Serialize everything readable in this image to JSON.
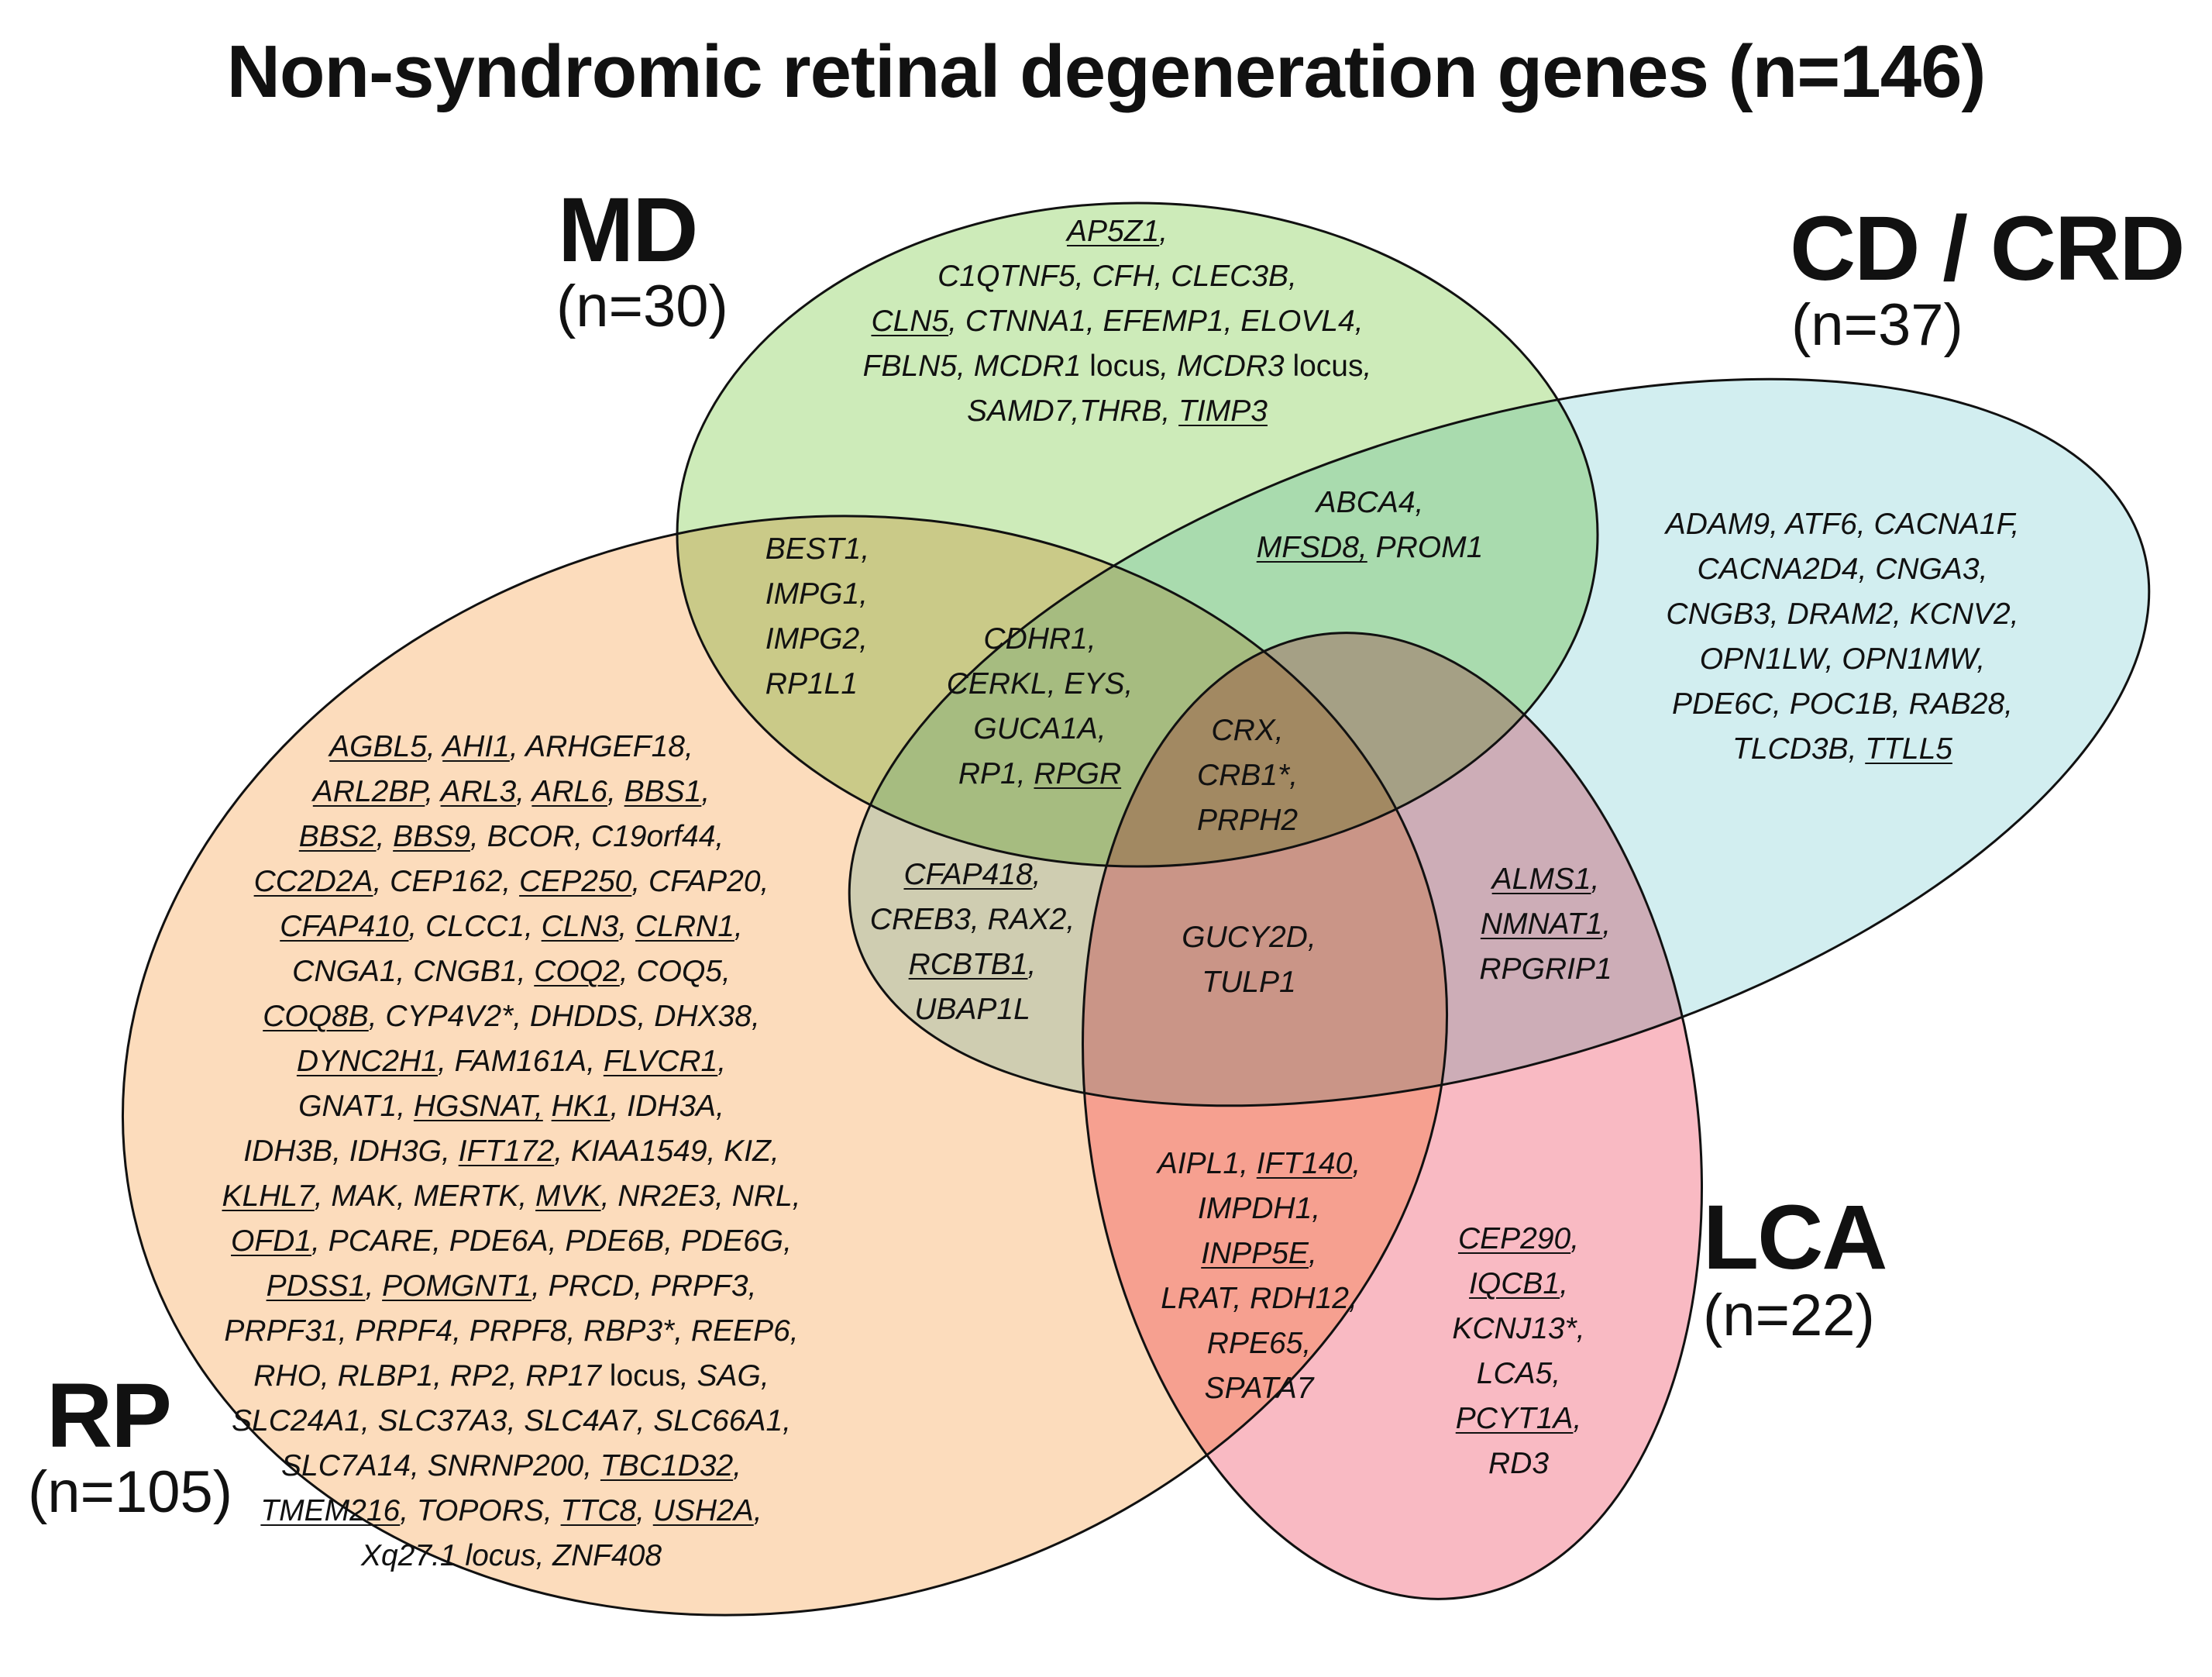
{
  "title": "Non-syndromic retinal degeneration genes (n=146)",
  "colors": {
    "RP": "#fcdcbc",
    "MD": "#cdebb9",
    "CD_CRD": "#d2eef0",
    "LCA": "#f9bac3",
    "outline": "#111111"
  },
  "sets": {
    "MD": {
      "label": "MD",
      "count": "(n=30)"
    },
    "CD_CRD": {
      "label": "CD / CRD",
      "count": "(n=37)"
    },
    "LCA": {
      "label": "LCA",
      "count": "(n=22)"
    },
    "RP": {
      "label": "RP",
      "count": "(n=105)"
    }
  },
  "regions": {
    "md_only": [
      [
        {
          "g": "AP5Z1",
          "u": true,
          "s": ","
        }
      ],
      [
        {
          "g": "C1QTNF5",
          "s": ", "
        },
        {
          "g": "CFH",
          "s": ", "
        },
        {
          "g": "CLEC3B",
          "s": ","
        }
      ],
      [
        {
          "g": "CLN5",
          "u": true,
          "s": ", "
        },
        {
          "g": "CTNNA1",
          "s": ", "
        },
        {
          "g": "EFEMP1",
          "s": ", "
        },
        {
          "g": "ELOVL4",
          "s": ","
        }
      ],
      [
        {
          "g": "FBLN5",
          "s": ", "
        },
        {
          "g": "MCDR1",
          "p": " locus",
          "s": ", "
        },
        {
          "g": "MCDR3",
          "p": " locus",
          "s": ","
        }
      ],
      [
        {
          "g": "SAMD7",
          "s": ","
        },
        {
          "g": "THRB",
          "s": ", "
        },
        {
          "g": "TIMP3",
          "u": true,
          "s": ""
        }
      ]
    ],
    "md_cd": [
      [
        {
          "g": "ABCA4",
          "s": ","
        }
      ],
      [
        {
          "g": "MFSD8,",
          "u": true,
          "s": " "
        },
        {
          "g": "PROM1",
          "s": ""
        }
      ]
    ],
    "cd_only": [
      [
        {
          "g": "ADAM9",
          "s": ", "
        },
        {
          "g": "ATF6",
          "s": ", "
        },
        {
          "g": "CACNA1F",
          "s": ","
        }
      ],
      [
        {
          "g": "CACNA2D4",
          "s": ", "
        },
        {
          "g": "CNGA3",
          "s": ","
        }
      ],
      [
        {
          "g": "CNGB3",
          "s": ", "
        },
        {
          "g": "DRAM2",
          "s": ", "
        },
        {
          "g": "KCNV2",
          "s": ","
        }
      ],
      [
        {
          "g": "OPN1LW",
          "s": ", "
        },
        {
          "g": "OPN1MW",
          "s": ","
        }
      ],
      [
        {
          "g": "PDE6C",
          "s": ", "
        },
        {
          "g": "POC1B",
          "s": ", "
        },
        {
          "g": "RAB28",
          "s": ","
        }
      ],
      [
        {
          "g": "TLCD3B",
          "s": ", "
        },
        {
          "g": "TTLL5",
          "u": true,
          "s": ""
        }
      ]
    ],
    "rp_md": [
      [
        {
          "g": "BEST1",
          "s": ","
        }
      ],
      [
        {
          "g": "IMPG1",
          "s": ","
        }
      ],
      [
        {
          "g": "IMPG2",
          "s": ","
        }
      ],
      [
        {
          "g": "RP1L1",
          "s": ""
        }
      ]
    ],
    "rp_md_cd": [
      [
        {
          "g": "CDHR1",
          "s": ","
        }
      ],
      [
        {
          "g": "CERKL",
          "s": ", "
        },
        {
          "g": "EYS",
          "s": ","
        }
      ],
      [
        {
          "g": "GUCA1A",
          "s": ","
        }
      ],
      [
        {
          "g": "RP1",
          "s": ", "
        },
        {
          "g": "RPGR",
          "u": true,
          "s": ""
        }
      ]
    ],
    "all_four": [
      [
        {
          "g": "CRX",
          "s": ","
        }
      ],
      [
        {
          "g": "CRB1*",
          "s": ","
        }
      ],
      [
        {
          "g": "PRPH2",
          "s": ""
        }
      ]
    ],
    "rp_cd": [
      [
        {
          "g": "CFAP418",
          "u": true,
          "s": ","
        }
      ],
      [
        {
          "g": "CREB3",
          "s": ", "
        },
        {
          "g": "RAX2",
          "s": ","
        }
      ],
      [
        {
          "g": "RCBTB1",
          "u": true,
          "s": ","
        }
      ],
      [
        {
          "g": "UBAP1L",
          "s": ""
        }
      ]
    ],
    "rp_cd_lca": [
      [
        {
          "g": "GUCY2D",
          "s": ","
        }
      ],
      [
        {
          "g": "TULP1",
          "s": ""
        }
      ]
    ],
    "cd_lca": [
      [
        {
          "g": "ALMS1",
          "u": true,
          "s": ","
        }
      ],
      [
        {
          "g": "NMNAT1",
          "u": true,
          "s": ","
        }
      ],
      [
        {
          "g": "RPGRIP1",
          "s": ""
        }
      ]
    ],
    "rp_lca": [
      [
        {
          "g": "AIPL1",
          "s": ", "
        },
        {
          "g": "IFT140",
          "u": true,
          "s": ","
        }
      ],
      [
        {
          "g": "IMPDH1",
          "s": ","
        }
      ],
      [
        {
          "g": "INPP5E",
          "u": true,
          "s": ","
        }
      ],
      [
        {
          "g": "LRAT",
          "s": ", "
        },
        {
          "g": "RDH12",
          "s": ","
        }
      ],
      [
        {
          "g": "RPE65",
          "s": ","
        }
      ],
      [
        {
          "g": "SPATA7",
          "s": ""
        }
      ]
    ],
    "lca_only": [
      [
        {
          "g": "CEP290",
          "u": true,
          "s": ","
        }
      ],
      [
        {
          "g": "IQCB1",
          "u": true,
          "s": ","
        }
      ],
      [
        {
          "g": "KCNJ13*",
          "s": ","
        }
      ],
      [
        {
          "g": "LCA5",
          "s": ","
        }
      ],
      [
        {
          "g": "PCYT1A",
          "u": true,
          "s": ","
        }
      ],
      [
        {
          "g": "RD3",
          "s": ""
        }
      ]
    ],
    "rp_only": [
      [
        {
          "g": "AGBL5",
          "u": true,
          "s": ", "
        },
        {
          "g": "AHI1",
          "u": true,
          "s": ", "
        },
        {
          "g": "ARHGEF18",
          "s": ","
        }
      ],
      [
        {
          "g": "ARL2BP",
          "u": true,
          "s": ", "
        },
        {
          "g": "ARL3",
          "u": true,
          "s": ", "
        },
        {
          "g": "ARL6",
          "u": true,
          "s": ", "
        },
        {
          "g": "BBS1",
          "u": true,
          "s": ","
        }
      ],
      [
        {
          "g": "BBS2",
          "u": true,
          "s": ", "
        },
        {
          "g": "BBS9",
          "u": true,
          "s": ", "
        },
        {
          "g": "BCOR",
          "s": ", "
        },
        {
          "g": "C19orf44",
          "s": ","
        }
      ],
      [
        {
          "g": "CC2D2A",
          "u": true,
          "s": ", "
        },
        {
          "g": "CEP162",
          "s": ", "
        },
        {
          "g": "CEP250",
          "u": true,
          "s": ", "
        },
        {
          "g": "CFAP20",
          "s": ","
        }
      ],
      [
        {
          "g": "CFAP410",
          "u": true,
          "s": ", "
        },
        {
          "g": "CLCC1",
          "s": ", "
        },
        {
          "g": "CLN3",
          "u": true,
          "s": ", "
        },
        {
          "g": "CLRN1",
          "u": true,
          "s": ","
        }
      ],
      [
        {
          "g": "CNGA1",
          "s": ", "
        },
        {
          "g": "CNGB1",
          "s": ", "
        },
        {
          "g": "COQ2",
          "u": true,
          "s": ", "
        },
        {
          "g": "COQ5",
          "s": ","
        }
      ],
      [
        {
          "g": "COQ8B",
          "u": true,
          "s": ", "
        },
        {
          "g": "CYP4V2*",
          "s": ", "
        },
        {
          "g": "DHDDS",
          "s": ", "
        },
        {
          "g": "DHX38",
          "s": ","
        }
      ],
      [
        {
          "g": "DYNC2H1",
          "u": true,
          "s": ", "
        },
        {
          "g": "FAM161A",
          "s": ", "
        },
        {
          "g": "FLVCR1",
          "u": true,
          "s": ","
        }
      ],
      [
        {
          "g": "GNAT1",
          "s": ", "
        },
        {
          "g": "HGSNAT,",
          "u": true,
          "s": " "
        },
        {
          "g": "HK1",
          "u": true,
          "s": ", "
        },
        {
          "g": "IDH3A",
          "s": ","
        }
      ],
      [
        {
          "g": "IDH3B",
          "s": ", "
        },
        {
          "g": "IDH3G",
          "s": ", "
        },
        {
          "g": "IFT172",
          "u": true,
          "s": ", "
        },
        {
          "g": "KIAA1549",
          "s": ", "
        },
        {
          "g": "KIZ",
          "s": ","
        }
      ],
      [
        {
          "g": "KLHL7",
          "u": true,
          "s": ", "
        },
        {
          "g": "MAK",
          "s": ", "
        },
        {
          "g": "MERTK",
          "s": ", "
        },
        {
          "g": "MVK",
          "u": true,
          "s": ", "
        },
        {
          "g": "NR2E3",
          "s": ", "
        },
        {
          "g": "NRL",
          "s": ","
        }
      ],
      [
        {
          "g": "OFD1",
          "u": true,
          "s": ", "
        },
        {
          "g": "PCARE",
          "s": ", "
        },
        {
          "g": "PDE6A",
          "s": ", "
        },
        {
          "g": "PDE6B",
          "s": ", "
        },
        {
          "g": "PDE6G",
          "s": ","
        }
      ],
      [
        {
          "g": "PDSS1",
          "u": true,
          "s": ", "
        },
        {
          "g": "POMGNT1",
          "u": true,
          "s": ", "
        },
        {
          "g": "PRCD",
          "s": ", "
        },
        {
          "g": "PRPF3",
          "s": ","
        }
      ],
      [
        {
          "g": "PRPF31",
          "s": ", "
        },
        {
          "g": "PRPF4",
          "s": ", "
        },
        {
          "g": "PRPF8",
          "s": ", "
        },
        {
          "g": "RBP3*",
          "s": ", "
        },
        {
          "g": "REEP6",
          "s": ","
        }
      ],
      [
        {
          "g": "RHO",
          "s": ", "
        },
        {
          "g": "RLBP1",
          "s": ", "
        },
        {
          "g": "RP2",
          "s": ", "
        },
        {
          "g": "RP17",
          "p": " locus",
          "s": ", "
        },
        {
          "g": "SAG",
          "s": ","
        }
      ],
      [
        {
          "g": "SLC24A1",
          "s": ", "
        },
        {
          "g": "SLC37A3",
          "s": ", "
        },
        {
          "g": "SLC4A7",
          "s": ", "
        },
        {
          "g": "SLC66A1",
          "s": ","
        }
      ],
      [
        {
          "g": "SLC7A14",
          "s": ", "
        },
        {
          "g": "SNRNP200",
          "s": ", "
        },
        {
          "g": "TBC1D32",
          "u": true,
          "s": ","
        }
      ],
      [
        {
          "g": "TMEM216",
          "u": true,
          "s": ", "
        },
        {
          "g": "TOPORS",
          "s": ", "
        },
        {
          "g": "TTC8",
          "u": true,
          "s": ", "
        },
        {
          "g": "USH2A",
          "u": true,
          "s": ","
        }
      ],
      [
        {
          "g": "Xq27.1 locus",
          "s": ", "
        },
        {
          "g": "ZNF408",
          "s": ""
        }
      ]
    ]
  }
}
